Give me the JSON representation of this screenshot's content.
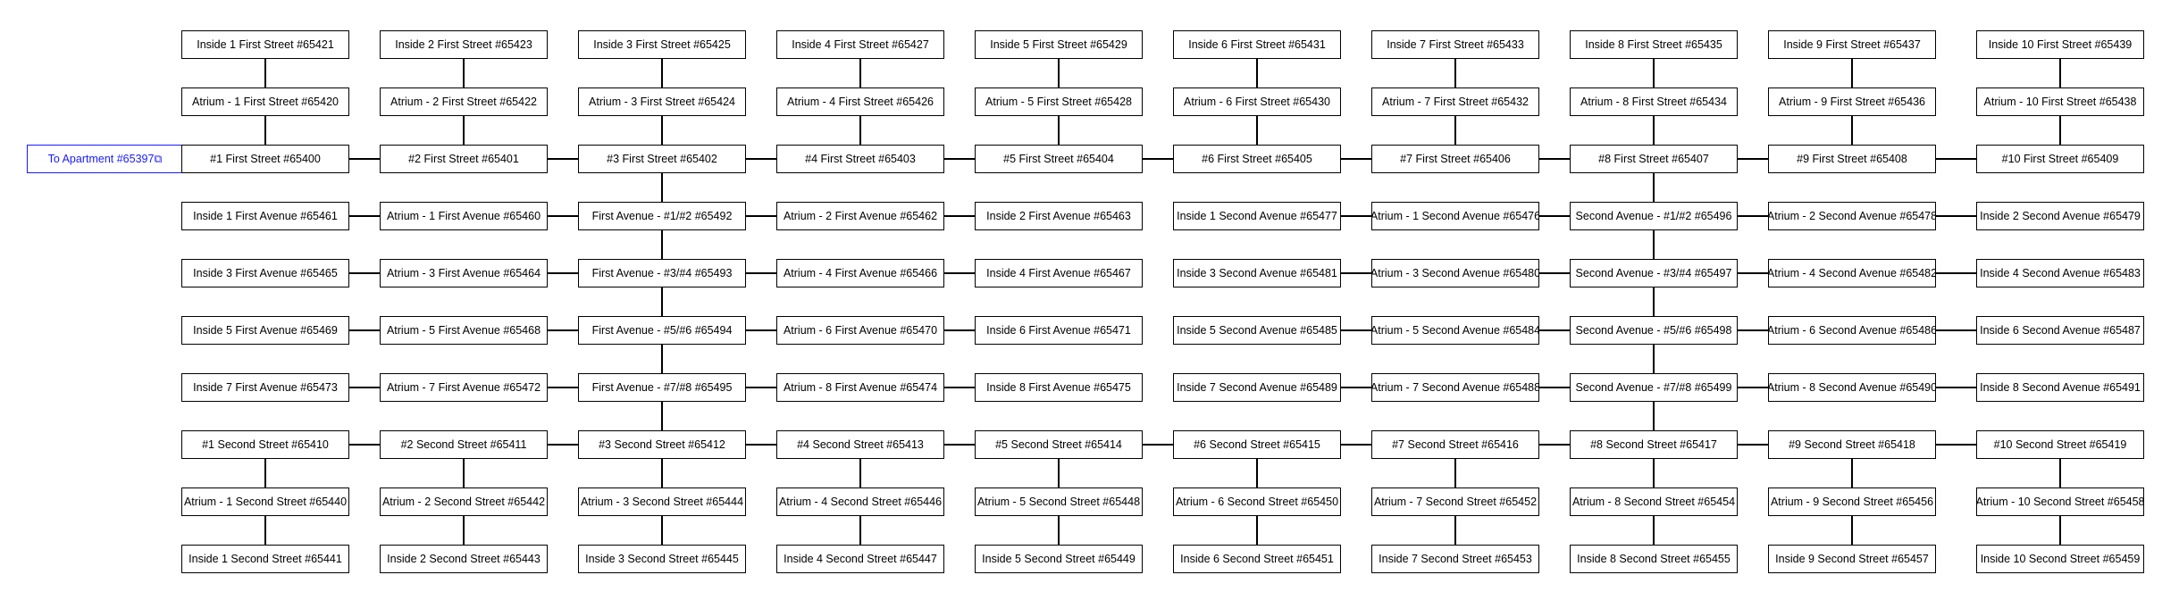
{
  "entry_label": "To Apartment #65397⧉",
  "rows": [
    [
      "Inside 1 First Street #65421",
      "Inside 2 First Street #65423",
      "Inside 3 First Street #65425",
      "Inside 4 First Street #65427",
      "Inside 5 First Street #65429",
      "Inside 6 First Street #65431",
      "Inside 7 First Street #65433",
      "Inside 8 First Street #65435",
      "Inside 9 First Street #65437",
      "Inside 10 First Street #65439"
    ],
    [
      "Atrium - 1 First Street #65420",
      "Atrium - 2 First Street #65422",
      "Atrium - 3 First Street #65424",
      "Atrium - 4 First Street #65426",
      "Atrium - 5 First Street #65428",
      "Atrium - 6 First Street #65430",
      "Atrium - 7 First Street #65432",
      "Atrium - 8 First Street #65434",
      "Atrium - 9 First Street #65436",
      "Atrium - 10 First Street #65438"
    ],
    [
      "#1 First Street #65400",
      "#2 First Street #65401",
      "#3 First Street #65402",
      "#4 First Street #65403",
      "#5 First Street #65404",
      "#6 First Street #65405",
      "#7 First Street #65406",
      "#8 First Street #65407",
      "#9 First Street #65408",
      "#10 First Street #65409"
    ],
    [
      "Inside 1 First Avenue #65461",
      "Atrium - 1 First Avenue #65460",
      "First Avenue - #1/#2 #65492",
      "Atrium - 2 First Avenue #65462",
      "Inside 2 First Avenue #65463",
      "Inside 1 Second Avenue #65477",
      "Atrium - 1 Second Avenue #65476",
      "Second Avenue - #1/#2 #65496",
      "Atrium - 2 Second Avenue #65478",
      "Inside 2 Second Avenue #65479"
    ],
    [
      "Inside 3 First Avenue #65465",
      "Atrium - 3 First Avenue #65464",
      "First Avenue - #3/#4 #65493",
      "Atrium - 4 First Avenue #65466",
      "Inside 4 First Avenue #65467",
      "Inside 3 Second Avenue #65481",
      "Atrium - 3 Second Avenue #65480",
      "Second Avenue - #3/#4 #65497",
      "Atrium - 4 Second Avenue #65482",
      "Inside 4 Second Avenue #65483"
    ],
    [
      "Inside 5 First Avenue #65469",
      "Atrium - 5 First Avenue #65468",
      "First Avenue - #5/#6 #65494",
      "Atrium - 6 First Avenue #65470",
      "Inside 6 First Avenue #65471",
      "Inside 5 Second Avenue #65485",
      "Atrium - 5 Second Avenue #65484",
      "Second Avenue - #5/#6 #65498",
      "Atrium - 6 Second Avenue #65486",
      "Inside 6 Second Avenue #65487"
    ],
    [
      "Inside 7 First Avenue #65473",
      "Atrium - 7 First Avenue #65472",
      "First Avenue - #7/#8 #65495",
      "Atrium - 8 First Avenue #65474",
      "Inside 8 First Avenue #65475",
      "Inside 7 Second Avenue #65489",
      "Atrium - 7 Second Avenue #65488",
      "Second Avenue - #7/#8 #65499",
      "Atrium - 8 Second Avenue #65490",
      "Inside 8 Second Avenue #65491"
    ],
    [
      "#1 Second Street #65410",
      "#2 Second Street #65411",
      "#3 Second Street #65412",
      "#4 Second Street #65413",
      "#5 Second Street #65414",
      "#6 Second Street #65415",
      "#7 Second Street #65416",
      "#8 Second Street #65417",
      "#9 Second Street #65418",
      "#10 Second Street #65419"
    ],
    [
      "Atrium - 1 Second Street #65440",
      "Atrium - 2 Second Street #65442",
      "Atrium - 3 Second Street #65444",
      "Atrium - 4 Second Street #65446",
      "Atrium - 5 Second Street #65448",
      "Atrium - 6 Second Street #65450",
      "Atrium - 7 Second Street #65452",
      "Atrium - 8 Second Street #65454",
      "Atrium - 9 Second Street #65456",
      "Atrium - 10 Second Street #65458"
    ],
    [
      "Inside 1 Second Street #65441",
      "Inside 2 Second Street #65443",
      "Inside 3 Second Street #65445",
      "Inside 4 Second Street #65447",
      "Inside 5 Second Street #65449",
      "Inside 6 Second Street #65451",
      "Inside 7 Second Street #65453",
      "Inside 8 Second Street #65455",
      "Inside 9 Second Street #65457",
      "Inside 10 Second Street #65459"
    ]
  ]
}
